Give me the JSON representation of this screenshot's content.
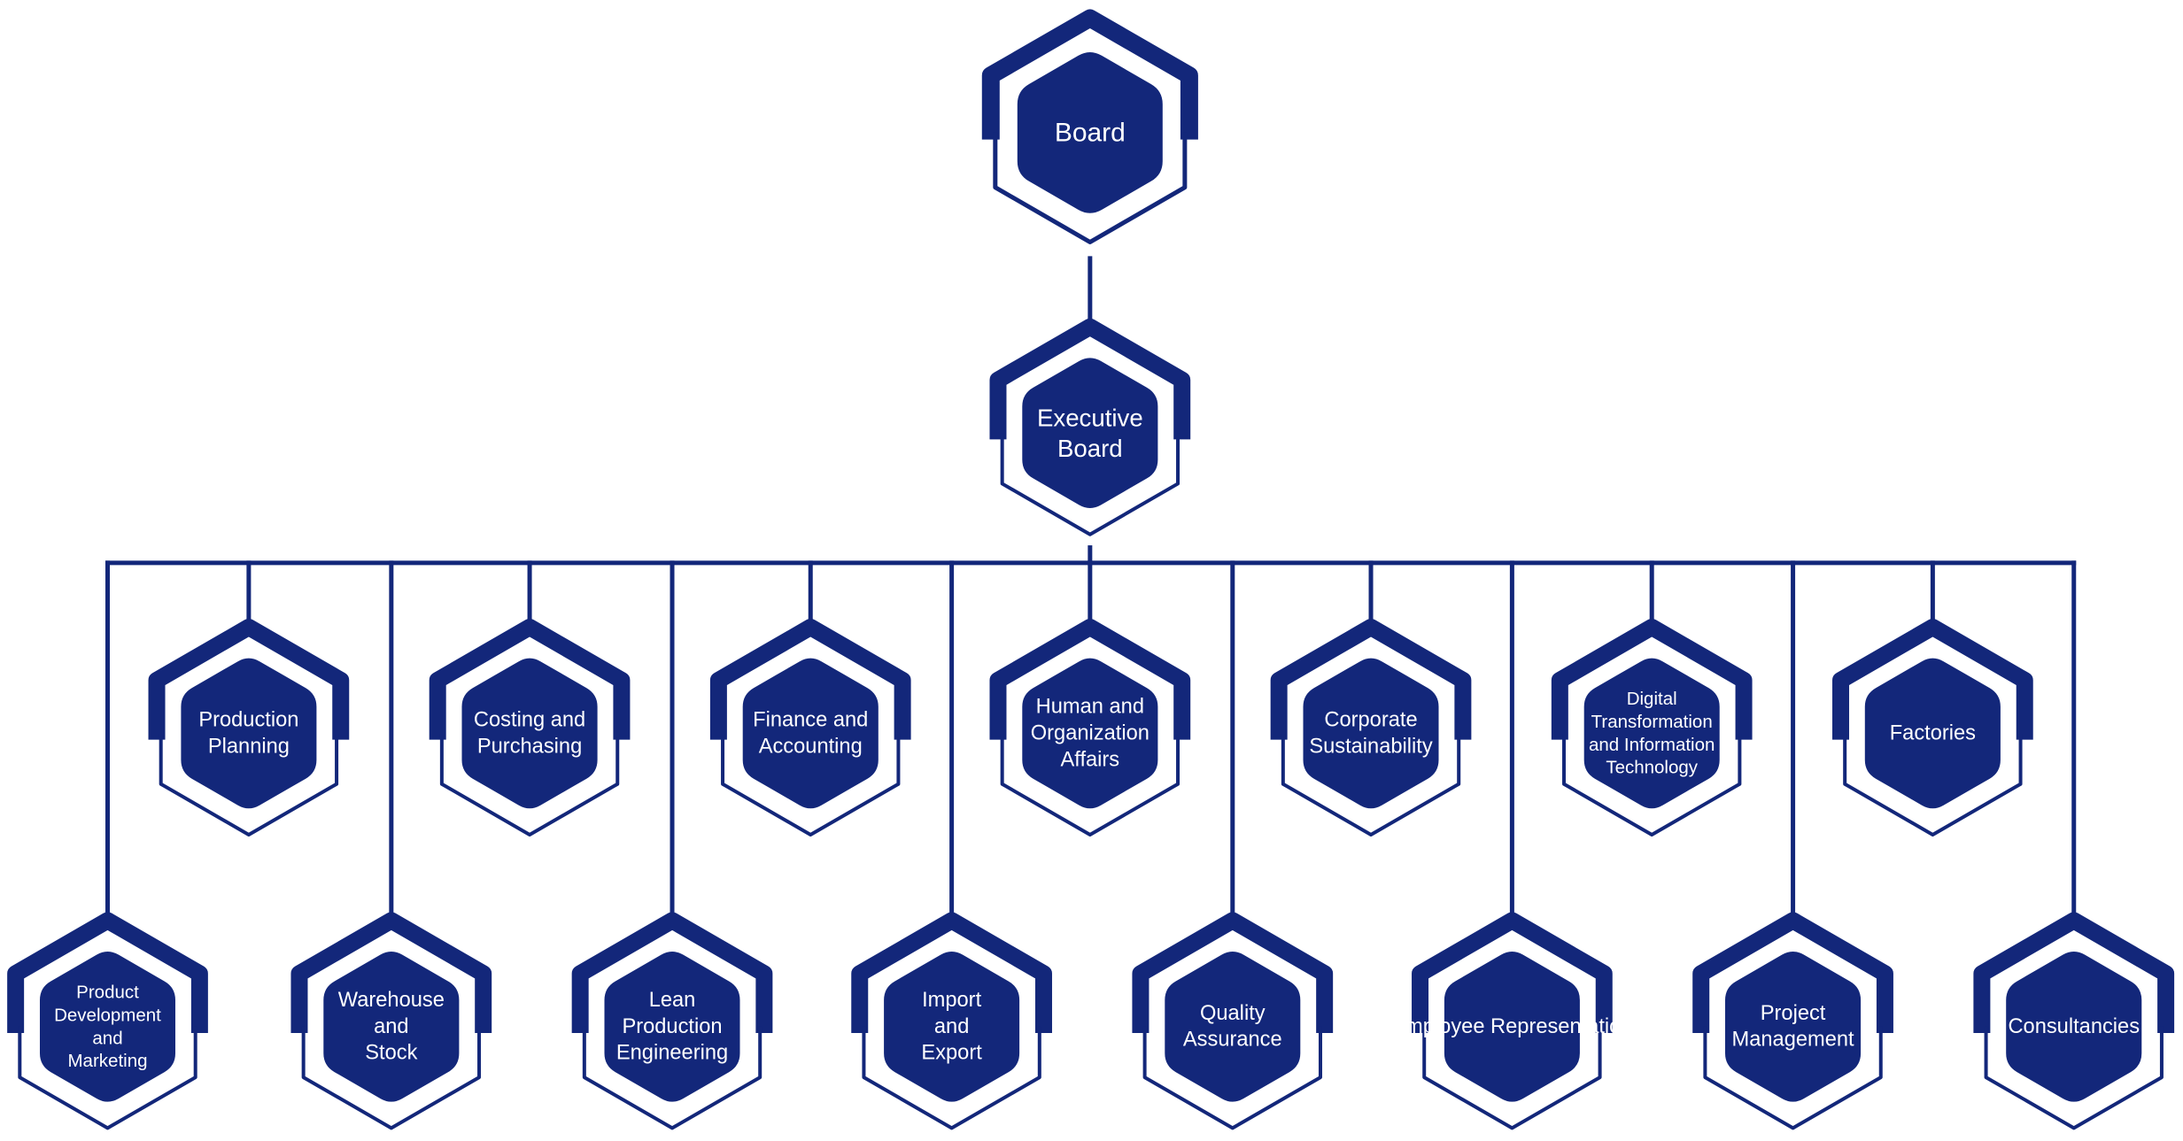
{
  "colors": {
    "primary": "#13277a",
    "background": "#ffffff",
    "label": "#ffffff"
  },
  "board": {
    "label": [
      "Board"
    ]
  },
  "executive_board": {
    "label": [
      "Executive",
      "Board"
    ]
  },
  "departments_row1": [
    {
      "id": "production-planning",
      "label": [
        "Production",
        "Planning"
      ]
    },
    {
      "id": "costing-purchasing",
      "label": [
        "Costing and",
        "Purchasing"
      ]
    },
    {
      "id": "finance-accounting",
      "label": [
        "Finance and",
        "Accounting"
      ]
    },
    {
      "id": "human-organization-affairs",
      "label": [
        "Human and",
        "Organization",
        "Affairs"
      ]
    },
    {
      "id": "corporate-sustainability",
      "label": [
        "Corporate",
        "Sustainability"
      ]
    },
    {
      "id": "digital-transformation-it",
      "label": [
        "Digital",
        "Transformation",
        "and Information",
        "Technology"
      ]
    },
    {
      "id": "factories",
      "label": [
        "Factories"
      ]
    }
  ],
  "departments_row2": [
    {
      "id": "product-development-marketing",
      "label": [
        "Product",
        "Development",
        "and",
        "Marketing"
      ]
    },
    {
      "id": "warehouse-stock",
      "label": [
        "Warehouse",
        "and",
        "Stock"
      ]
    },
    {
      "id": "lean-production-engineering",
      "label": [
        "Lean",
        "Production",
        "Engineering"
      ]
    },
    {
      "id": "import-export",
      "label": [
        "Import",
        "and",
        "Export"
      ]
    },
    {
      "id": "quality-assurance",
      "label": [
        "Quality",
        "Assurance"
      ]
    },
    {
      "id": "employee-representation",
      "label": [
        "Employee  Representation"
      ]
    },
    {
      "id": "project-management",
      "label": [
        "Project",
        "Management"
      ]
    },
    {
      "id": "consultancies",
      "label": [
        "Consultancies"
      ]
    }
  ]
}
